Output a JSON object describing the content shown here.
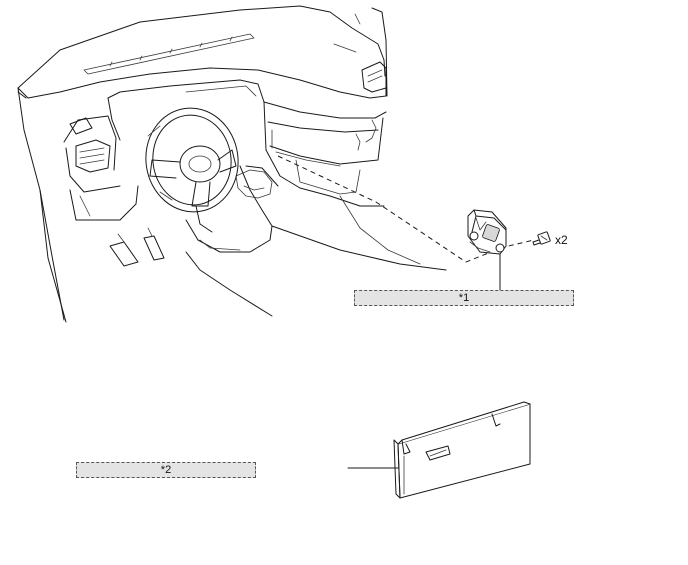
{
  "callouts": [
    {
      "id": "callout-1",
      "label": "*1"
    },
    {
      "id": "callout-2",
      "label": "*2"
    }
  ],
  "fastener": {
    "quantity_label": "x2"
  },
  "colors": {
    "line": "#1a1a1a",
    "callout_fill": "#e4e4e4",
    "callout_border": "#555555",
    "background": "#ffffff"
  }
}
